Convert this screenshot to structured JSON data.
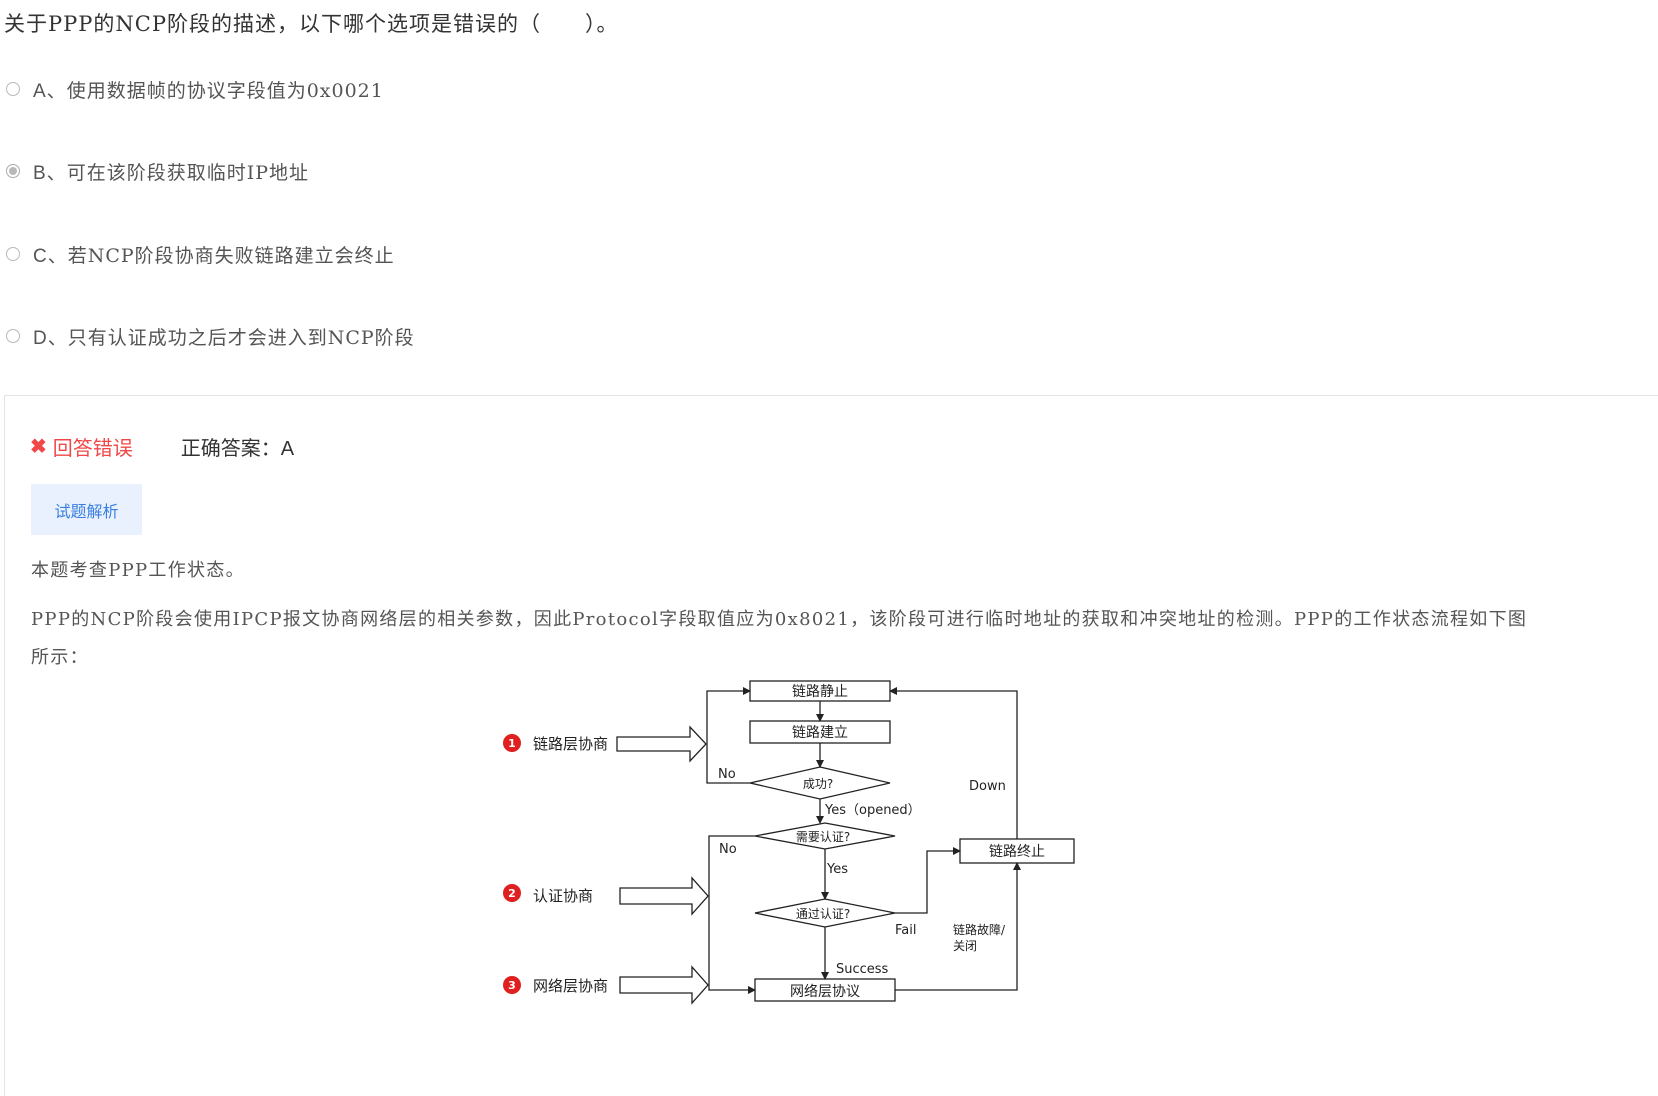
{
  "question": {
    "text": "关于PPP的NCP阶段的描述，以下哪个选项是错误的（　　）。",
    "options": [
      {
        "letter": "A、",
        "text": "使用数据帧的协议字段值为0x0021",
        "selected": false
      },
      {
        "letter": "B、",
        "text": "可在该阶段获取临时IP地址",
        "selected": true
      },
      {
        "letter": "C、",
        "text": "若NCP阶段协商失败链路建立会终止",
        "selected": false
      },
      {
        "letter": "D、",
        "text": "只有认证成功之后才会进入到NCP阶段",
        "selected": false
      }
    ]
  },
  "result": {
    "status_icon": "✖",
    "status_text": "回答错误",
    "correct_answer": "正确答案：A"
  },
  "analysis": {
    "tab_label": "试题解析",
    "para1": "本题考查PPP工作状态。",
    "para2": "PPP的NCP阶段会使用IPCP报文协商网络层的相关参数，因此Protocol字段取值应为0x8021，该阶段可进行临时地址的获取和冲突地址的检测。PPP的工作状态流程如下图所示："
  },
  "diagram": {
    "nodes": {
      "dead": "链路静止",
      "establish": "链路建立",
      "success_q": "成功?",
      "auth_q": "需要认证?",
      "pass_q": "通过认证?",
      "terminate": "链路终止",
      "network": "网络层协议"
    },
    "edge_labels": {
      "no1": "No",
      "yes_opened": "Yes（opened）",
      "no2": "No",
      "yes": "Yes",
      "fail": "Fail",
      "success": "Success",
      "down": "Down",
      "fault_line1": "链路故障/",
      "fault_line2": "关闭"
    },
    "steps": [
      {
        "num": "1",
        "label": "链路层协商"
      },
      {
        "num": "2",
        "label": "认证协商"
      },
      {
        "num": "3",
        "label": "网络层协商"
      }
    ],
    "step_color": "#e02020"
  },
  "colors": {
    "error_red": "#f04848",
    "tab_bg": "#e8f1fd",
    "tab_text": "#3a7fe0"
  }
}
